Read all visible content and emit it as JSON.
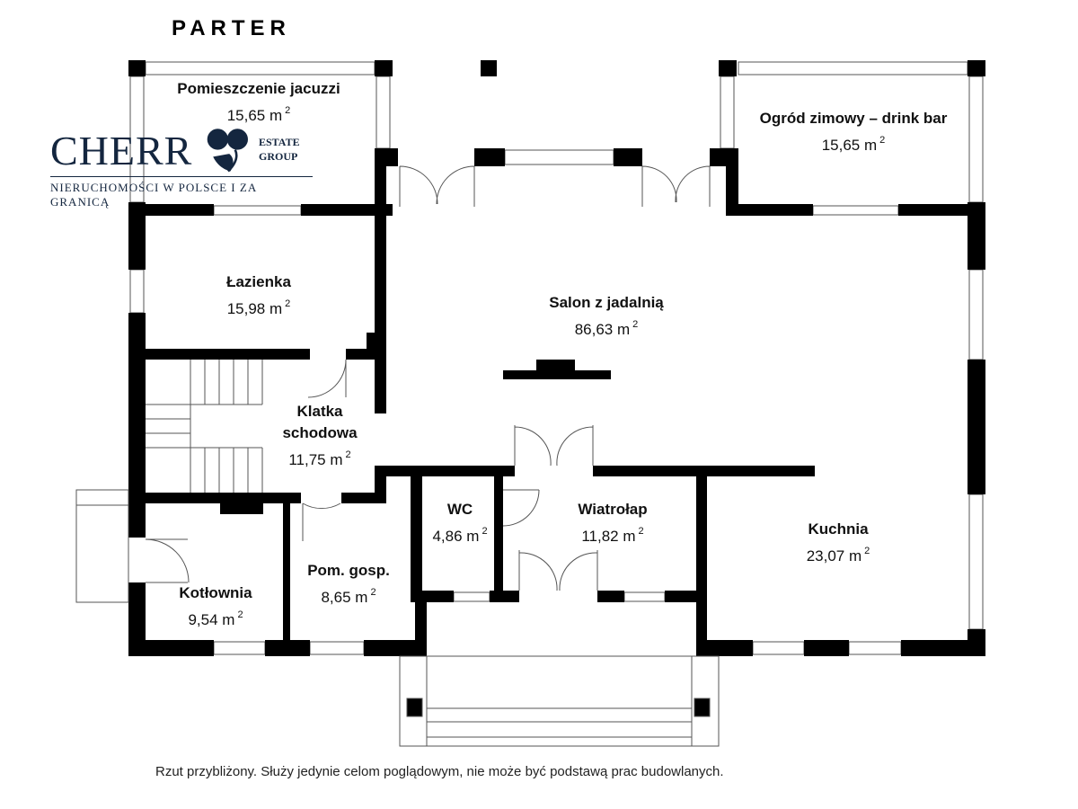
{
  "title": "PARTER",
  "logo": {
    "name": "CHERR",
    "suffix_line1": "ESTATE",
    "suffix_line2": "GROUP",
    "tagline": "NIERUCHOMOŚCI W POLSCE I ZA GRANICĄ",
    "color": "#14263f"
  },
  "unit": "m",
  "rooms": [
    {
      "name": "Pomieszczenie jacuzzi",
      "area": "15,65"
    },
    {
      "name": "Ogród zimowy – drink bar",
      "area": "15,65"
    },
    {
      "name": "Łazienka",
      "area": "15,98"
    },
    {
      "name": "Salon z jadalnią",
      "area": "86,63"
    },
    {
      "name": "Klatka schodowa",
      "area": "11,75"
    },
    {
      "name": "WC",
      "area": "4,86"
    },
    {
      "name": "Wiatrołap",
      "area": "11,82"
    },
    {
      "name": "Kuchnia",
      "area": "23,07"
    },
    {
      "name": "Kotłownia",
      "area": "9,54"
    },
    {
      "name": "Pom. gosp.",
      "area": "8,65"
    }
  ],
  "note": "Rzut przybliżony. Służy jedynie celom poglądowym, nie może być podstawą prac budowlanych."
}
